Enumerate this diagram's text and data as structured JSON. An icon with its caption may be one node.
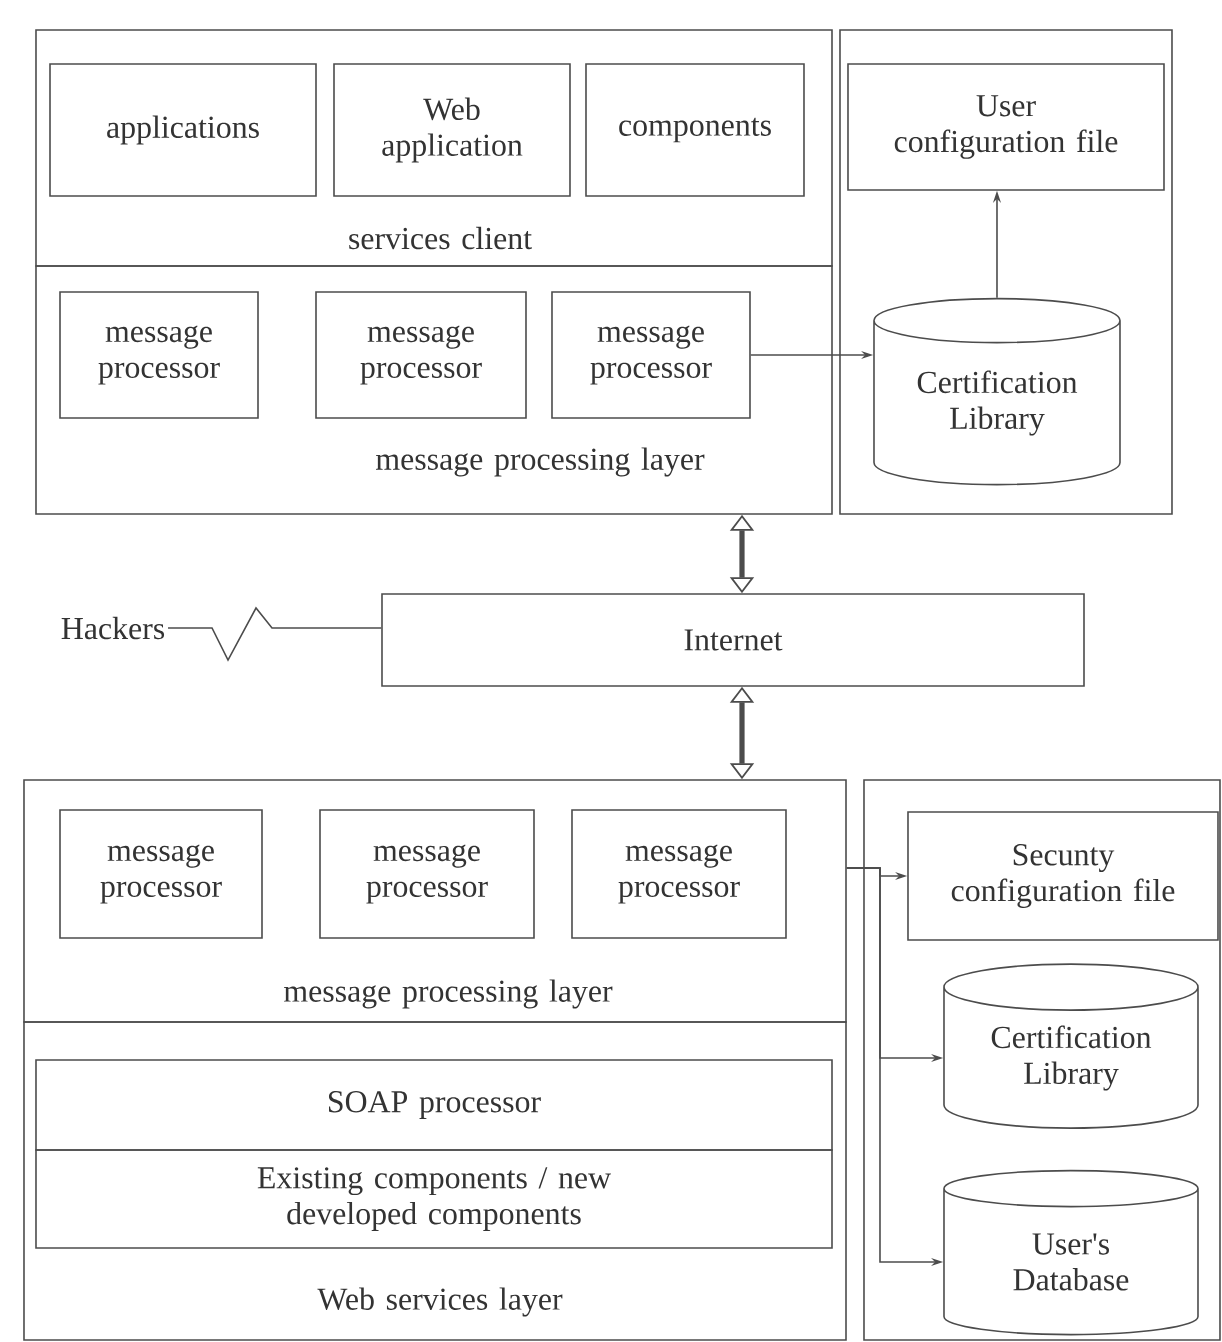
{
  "diagram": {
    "nodes": [
      {
        "text": [
          "services client"
        ]
      },
      {
        "text": [
          "applications"
        ],
        "in": 0
      },
      {
        "text": [
          "Web application"
        ],
        "in": 0
      },
      {
        "text": [
          "components"
        ],
        "in": 0
      },
      {
        "text": [
          "message processing layer"
        ]
      },
      {
        "text": [
          "message processor"
        ],
        "in": 4
      },
      {
        "text": [
          "message processor"
        ],
        "in": 4
      },
      {
        "text": [
          "message processor"
        ],
        "in": 4
      },
      {
        "text": [],
        "shape": "box"
      },
      {
        "text": [
          "User configuration file"
        ],
        "in": 8
      },
      {
        "text": [
          "Certification Library"
        ],
        "in": 8
      },
      {
        "text": [
          "Hackers"
        ]
      },
      {
        "text": [
          "Internet"
        ]
      },
      {
        "text": [
          "message processing layer"
        ]
      },
      {
        "text": [
          "message processor"
        ],
        "in": 13
      },
      {
        "text": [
          "message processor"
        ],
        "in": 13
      },
      {
        "text": [
          "message processor"
        ],
        "in": 13
      },
      {
        "text": [
          "Web services layer"
        ]
      },
      {
        "text": [
          "SOAP processor"
        ],
        "in": 17
      },
      {
        "text": [
          "Existing components / new developed components"
        ],
        "in": 17
      },
      {
        "text": [],
        "shape": "box"
      },
      {
        "text": [
          "Secunty configuration file"
        ],
        "in": 20
      },
      {
        "text": [
          "Certification Library"
        ],
        "in": 20
      },
      {
        "text": [
          "User's Database"
        ],
        "in": 20
      }
    ],
    "edges": [
      {
        "from": 7,
        "to": 10,
        "arrow": "to"
      },
      {
        "from": 10,
        "to": 9,
        "arrow": "to"
      },
      {
        "from": 4,
        "to": 12,
        "arrow": "both",
        "style": "thick"
      },
      {
        "from": 12,
        "to": 13,
        "arrow": "both",
        "style": "thick"
      },
      {
        "from": 11,
        "to": 12,
        "arrow": "none"
      },
      {
        "from": 13,
        "to": 21,
        "arrow": "to"
      },
      {
        "from": 13,
        "to": 22,
        "arrow": "to"
      },
      {
        "from": 13,
        "to": 23,
        "arrow": "to"
      }
    ]
  }
}
